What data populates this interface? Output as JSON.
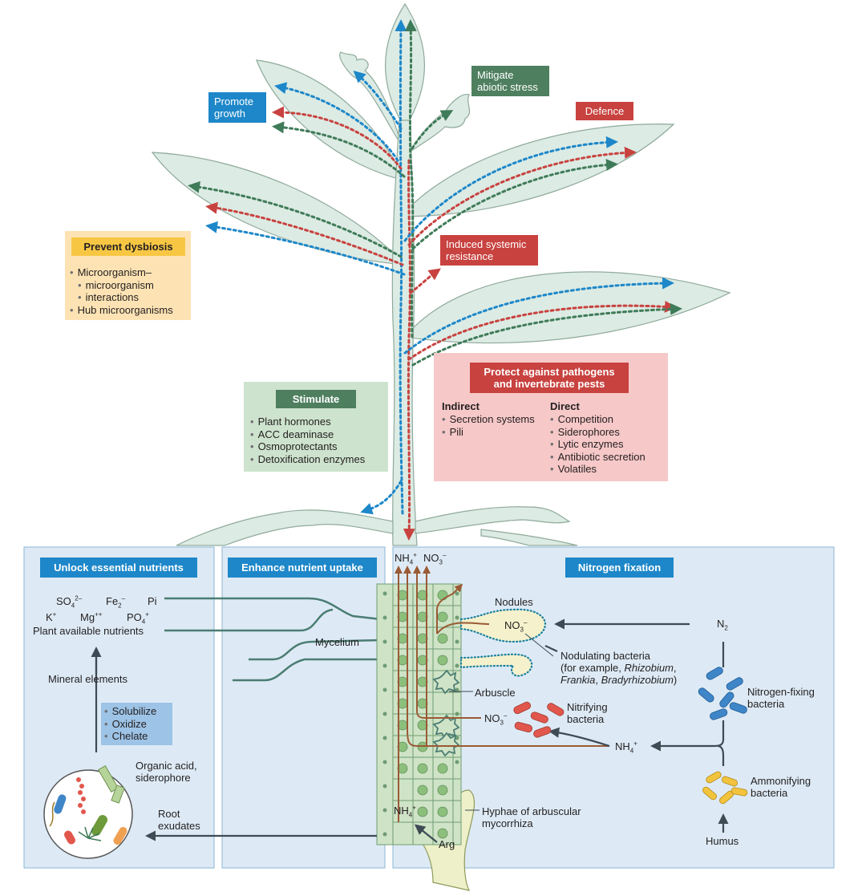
{
  "colors": {
    "blue_tag": "#1d87c9",
    "green_tag": "#4e7f5f",
    "red_tag": "#c8423f",
    "yellow_tag": "#f7c744",
    "plant_fill": "#dcebe4",
    "panel_fill": "#ddeaf5",
    "stimulate_fill": "#cde3cd",
    "protect_fill": "#f7c8c8",
    "dysbiosis_fill": "#fde3b4"
  },
  "shoot": {
    "promote_growth": [
      "Promote",
      "growth"
    ],
    "mitigate_abiotic_stress": [
      "Mitigate",
      "abiotic stress"
    ],
    "defence": "Defence",
    "induced_systemic_resistance": [
      "Induced systemic",
      "resistance"
    ]
  },
  "dysbiosis": {
    "title": "Prevent dysbiosis",
    "items": [
      "Microorganism–",
      "microorganism",
      "interactions",
      "Hub microorganisms"
    ]
  },
  "stimulate": {
    "title": "Stimulate",
    "items": [
      "Plant hormones",
      "ACC deaminase",
      "Osmoprotectants",
      "Detoxification enzymes"
    ]
  },
  "protect": {
    "title": [
      "Protect against pathogens",
      "and invertebrate pests"
    ],
    "indirect_title": "Indirect",
    "indirect": [
      "Secretion systems",
      "Pili"
    ],
    "direct_title": "Direct",
    "direct": [
      "Competition",
      "Siderophores",
      "Lytic enzymes",
      "Antibiotic secretion",
      "Volatiles"
    ]
  },
  "panels": {
    "unlock": "Unlock essential nutrients",
    "enhance": "Enhance nutrient uptake",
    "nitrogen": "Nitrogen fixation"
  },
  "unlock": {
    "so4": "SO",
    "so4_sub": "4",
    "so4_sup": "2–",
    "fe": "Fe",
    "fe_sub": "2",
    "fe_sup": "–",
    "pi": "Pi",
    "k": "K",
    "k_sup": "+",
    "mg": "Mg",
    "mg_sup": "++",
    "po4": "PO",
    "po4_sub": "4",
    "po4_sup": "+",
    "plant_available": "Plant available nutrients",
    "mineral_elements": "Mineral elements",
    "actions": [
      "Solubilize",
      "Oxidize",
      "Chelate"
    ],
    "organic_acid": [
      "Organic acid,",
      "siderophore"
    ],
    "root_exudates": [
      "Root",
      "exudates"
    ]
  },
  "enhance": {
    "mycelium": "Mycelium"
  },
  "nitrogen": {
    "nh4_top": "NH",
    "nh4_sub": "4",
    "nh4_sup": "+",
    "no3_top": "NO",
    "no3_sub": "3",
    "no3_sup": "–",
    "nodules": "Nodules",
    "nodule_no3": "NO",
    "nodule_no3_sub": "3",
    "nodule_no3_sup": "–",
    "nodulating_bacteria": "Nodulating bacteria",
    "example_prefix": "(for example, ",
    "rhizobium": "Rhizobium",
    "frankia": "Frankia",
    "bradyrhizobium": "Bradyrhizobium",
    "example_suffix": ")",
    "arbuscle": "Arbuscle",
    "nitrifying_no3": "NO",
    "nitrifying_no3_sub": "3",
    "nitrifying_no3_sup": "–",
    "nitrifying": [
      "Nitrifying",
      "bacteria"
    ],
    "n2": "N",
    "n2_sub": "2",
    "nitrogen_fixing": [
      "Nitrogen-fixing",
      "bacteria"
    ],
    "nh4_mid": "NH",
    "nh4_mid_sub": "4",
    "nh4_mid_sup": "+",
    "ammonifying": [
      "Ammonifying",
      "bacteria"
    ],
    "humus": "Humus",
    "hyphae": [
      "Hyphae of arbuscular",
      "mycorrhiza"
    ],
    "nh4_root": "NH",
    "nh4_root_sub": "4",
    "nh4_root_sup": "+",
    "arg": "Arg"
  }
}
